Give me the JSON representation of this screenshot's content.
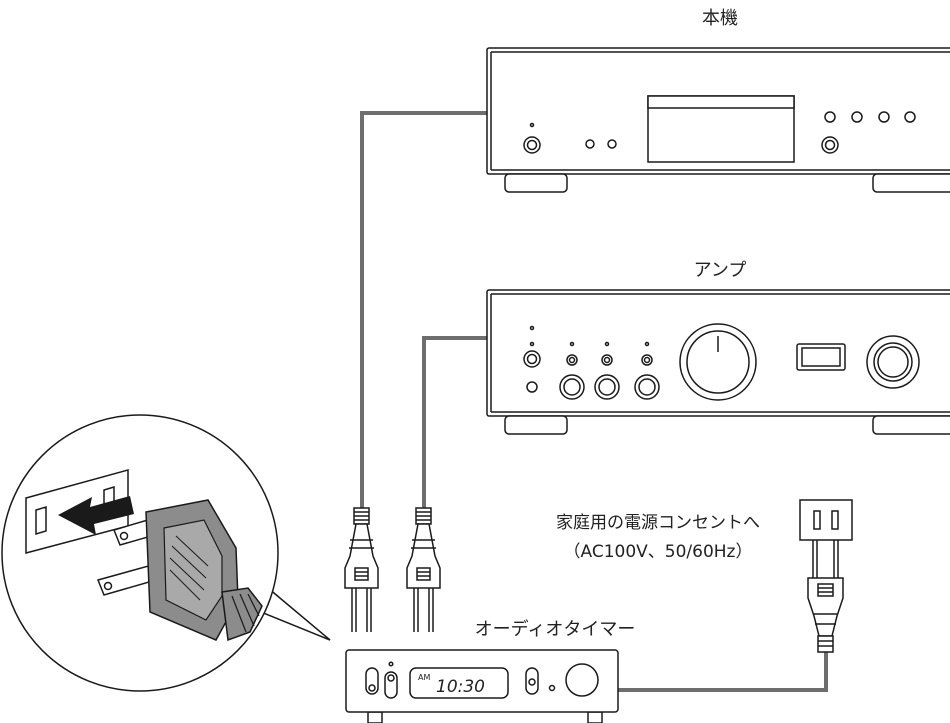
{
  "labels": {
    "player": "本機",
    "amplifier": "アンプ",
    "outlet": "家庭用の電源コンセントへ",
    "outlet_spec": "（AC100V、50/60Hz）",
    "timer": "オーディオタイマー"
  },
  "timer_display": {
    "am": "AM",
    "time": "10:30"
  },
  "colors": {
    "cord": "#6e6e6e",
    "line": "#1a1a1a",
    "plug_gray": "#8c8c8c"
  }
}
